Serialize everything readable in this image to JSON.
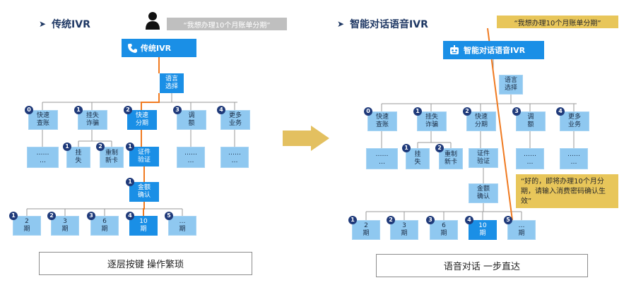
{
  "left": {
    "title": "传统IVR",
    "user_quote": "“我想办理10个月账单分期”",
    "header": "传统IVR",
    "lang": "语言\n选择",
    "menu": [
      {
        "n": "0",
        "label": "快速\n查账"
      },
      {
        "n": "1",
        "label": "挂失\n诈骗"
      },
      {
        "n": "2",
        "label": "快速\n分期"
      },
      {
        "n": "3",
        "label": "调\n额"
      },
      {
        "n": "4",
        "label": "更多\n业务"
      }
    ],
    "sub": [
      {
        "n": "",
        "label": "……\n…"
      },
      {
        "n": "1",
        "label": "挂\n失"
      },
      {
        "n": "2",
        "label": "重制\n新卡"
      },
      {
        "n": "1",
        "label": "证件\n验证"
      },
      {
        "n": "",
        "label": "……\n…"
      },
      {
        "n": "",
        "label": "……\n…"
      }
    ],
    "amount": {
      "n": "1",
      "label": "金额\n确认"
    },
    "terms": [
      {
        "n": "1",
        "label": "2\n期"
      },
      {
        "n": "2",
        "label": "3\n期"
      },
      {
        "n": "3",
        "label": "6\n期"
      },
      {
        "n": "4",
        "label": "10\n期"
      },
      {
        "n": "5",
        "label": "…\n期"
      }
    ],
    "caption": "逐层按键  操作繁琐"
  },
  "right": {
    "title": "智能对话语音IVR",
    "user_quote": "“我想办理10个月账单分期”",
    "header": "智能对话语音IVR",
    "lang": "语言\n选择",
    "menu": [
      {
        "n": "0",
        "label": "快速\n查账"
      },
      {
        "n": "1",
        "label": "挂失\n诈骗"
      },
      {
        "n": "2",
        "label": "快速\n分期"
      },
      {
        "n": "3",
        "label": "调\n额"
      },
      {
        "n": "4",
        "label": "更多\n业务"
      }
    ],
    "sub": [
      {
        "n": "",
        "label": "……\n…"
      },
      {
        "n": "1",
        "label": "挂\n失"
      },
      {
        "n": "2",
        "label": "重制\n新卡"
      },
      {
        "n": "",
        "label": "证件\n验证"
      },
      {
        "n": "",
        "label": "……\n…"
      },
      {
        "n": "",
        "label": "……\n…"
      }
    ],
    "amount": {
      "n": "",
      "label": "金额\n确认"
    },
    "terms": [
      {
        "n": "1",
        "label": "2\n期"
      },
      {
        "n": "2",
        "label": "3\n期"
      },
      {
        "n": "3",
        "label": "6\n期"
      },
      {
        "n": "4",
        "label": "10\n期"
      },
      {
        "n": "5",
        "label": "…\n期"
      }
    ],
    "reply": "“好的，即将办理10个月分期，请输入消费密码确认生效”",
    "caption": "语音对话  一步直达"
  },
  "colors": {
    "node": "#8fc8f0",
    "selected": "#1a8fe6",
    "path": "#f07a20",
    "badge": "#1f3a7a",
    "quote_gray": "#bfbfbf",
    "quote_yellow": "#e8c65a",
    "arrow": "#e3c060"
  },
  "icons": [
    "user-icon",
    "phone-icon",
    "robot-icon",
    "big-arrow-icon"
  ]
}
